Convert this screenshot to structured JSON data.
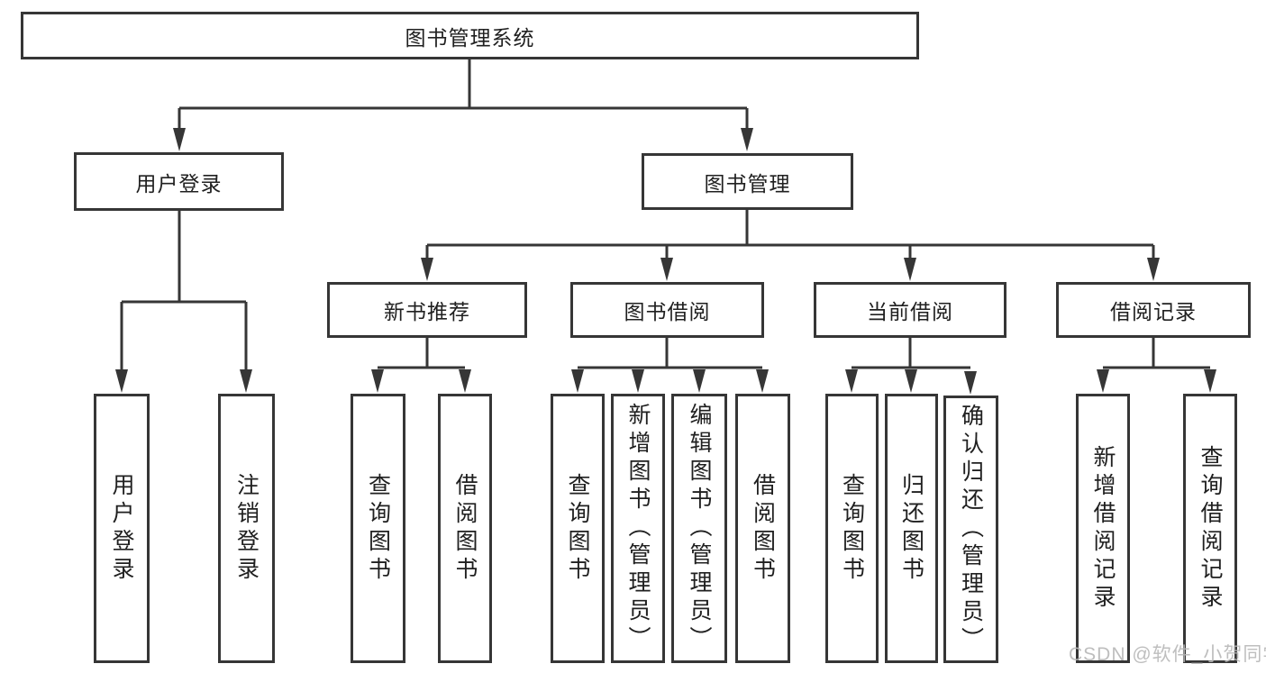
{
  "diagram": {
    "title": "图书管理系统",
    "level2": {
      "user_login": "用户登录",
      "book_management": "图书管理"
    },
    "level3": {
      "new_book_recommend": "新书推荐",
      "book_borrow": "图书借阅",
      "current_borrow": "当前借阅",
      "borrow_records": "借阅记录"
    },
    "leaves": {
      "user_login": [
        "用户登录",
        "注销登录"
      ],
      "new_book_recommend": [
        "查询图书",
        "借阅图书"
      ],
      "book_borrow": [
        "查询图书",
        "新增图书（管理员）",
        "编辑图书（管理员）",
        "借阅图书"
      ],
      "current_borrow": [
        "查询图书",
        "归还图书",
        "确认归还（管理员）"
      ],
      "borrow_records": [
        "新增借阅记录",
        "查询借阅记录"
      ]
    }
  },
  "watermark": "CSDN @软件_小贺同学",
  "colors": {
    "line": "#363636",
    "text": "#202020",
    "watermark": "#b8b8b8",
    "background": "#ffffff"
  }
}
